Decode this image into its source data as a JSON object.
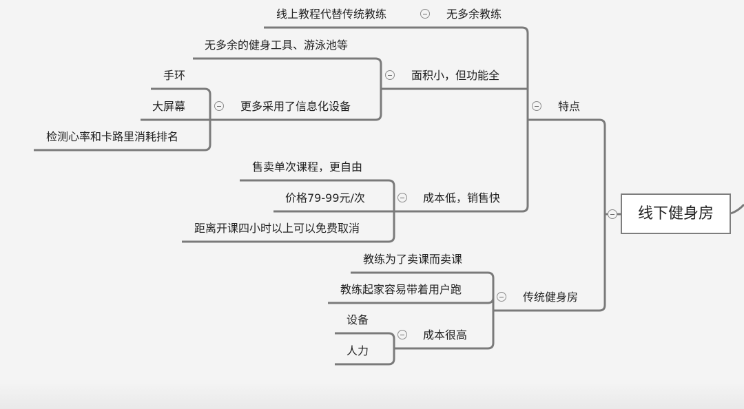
{
  "root": {
    "label": "线下健身房"
  },
  "nodes": {
    "features": "特点",
    "no_extra_coach": "无多余教练",
    "online_tutorial": "线上教程代替传统教练",
    "small_area": "面积小，但功能全",
    "no_extra_equipment": "无多余的健身工具、游泳池等",
    "info_devices": "更多采用了信息化设备",
    "wristband": "手环",
    "big_screen": "大屏幕",
    "heart_rate": "检测心率和卡路里消耗排名",
    "low_cost": "成本低，销售快",
    "single_class": "售卖单次课程，更自由",
    "price": "价格79-99元/次",
    "free_cancel": "距离开课四小时以上可以免费取消",
    "traditional_gym": "传统健身房",
    "coach_sells": "教练为了卖课而卖课",
    "coach_takes_users": "教练起家容易带着用户跑",
    "high_cost": "成本很高",
    "equipment": "设备",
    "labor": "人力"
  },
  "colors": {
    "line": "#7a7a7a",
    "background": "#f4f4f4",
    "root_border": "#7d7d7d"
  }
}
